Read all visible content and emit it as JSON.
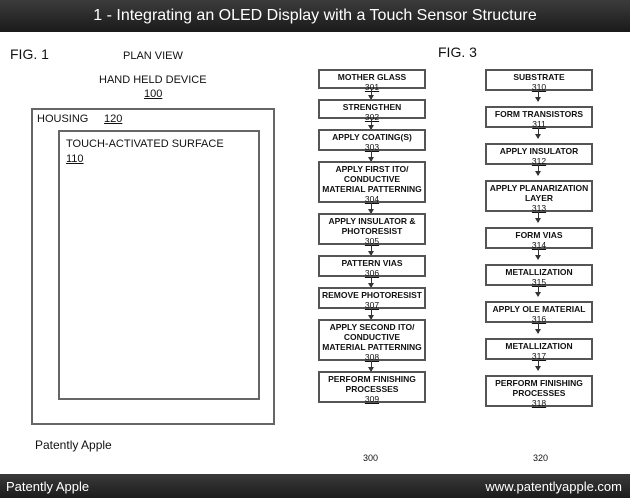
{
  "header": {
    "title": "1 - Integrating an OLED Display with a Touch Sensor Structure"
  },
  "fig1": {
    "label": "FIG. 1",
    "view": "PLAN VIEW",
    "device": "HAND HELD DEVICE",
    "device_ref": "100",
    "housing": "HOUSING",
    "housing_ref": "120",
    "surface": "TOUCH-ACTIVATED SURFACE",
    "surface_ref": "110",
    "watermark": "Patently Apple"
  },
  "fig3": {
    "label": "FIG. 3",
    "left_flow": {
      "ref": "300",
      "steps": [
        {
          "text": "MOTHER GLASS",
          "ref": "301"
        },
        {
          "text": "STRENGTHEN",
          "ref": "302"
        },
        {
          "text": "APPLY COATING(S)",
          "ref": "303"
        },
        {
          "text": "APPLY FIRST ITO/ CONDUCTIVE MATERIAL PATTERNING",
          "ref": "304"
        },
        {
          "text": "APPLY INSULATOR & PHOTORESIST",
          "ref": "305"
        },
        {
          "text": "PATTERN VIAS",
          "ref": "306"
        },
        {
          "text": "REMOVE PHOTORESIST",
          "ref": "307"
        },
        {
          "text": "APPLY SECOND ITO/ CONDUCTIVE MATERIAL PATTERNING",
          "ref": "308"
        },
        {
          "text": "PERFORM FINISHING PROCESSES",
          "ref": "309"
        }
      ]
    },
    "right_flow": {
      "ref": "320",
      "steps": [
        {
          "text": "SUBSTRATE",
          "ref": "310"
        },
        {
          "text": "FORM TRANSISTORS",
          "ref": "311"
        },
        {
          "text": "APPLY INSULATOR",
          "ref": "312"
        },
        {
          "text": "APPLY PLANARIZATION LAYER",
          "ref": "313"
        },
        {
          "text": "FORM VIAS",
          "ref": "314"
        },
        {
          "text": "METALLIZATION",
          "ref": "315"
        },
        {
          "text": "APPLY OLE MATERIAL",
          "ref": "316"
        },
        {
          "text": "METALLIZATION",
          "ref": "317"
        },
        {
          "text": "PERFORM FINISHING PROCESSES",
          "ref": "318"
        }
      ]
    }
  },
  "footer": {
    "left": "Patently Apple",
    "right": "www.patentlyapple.com"
  }
}
